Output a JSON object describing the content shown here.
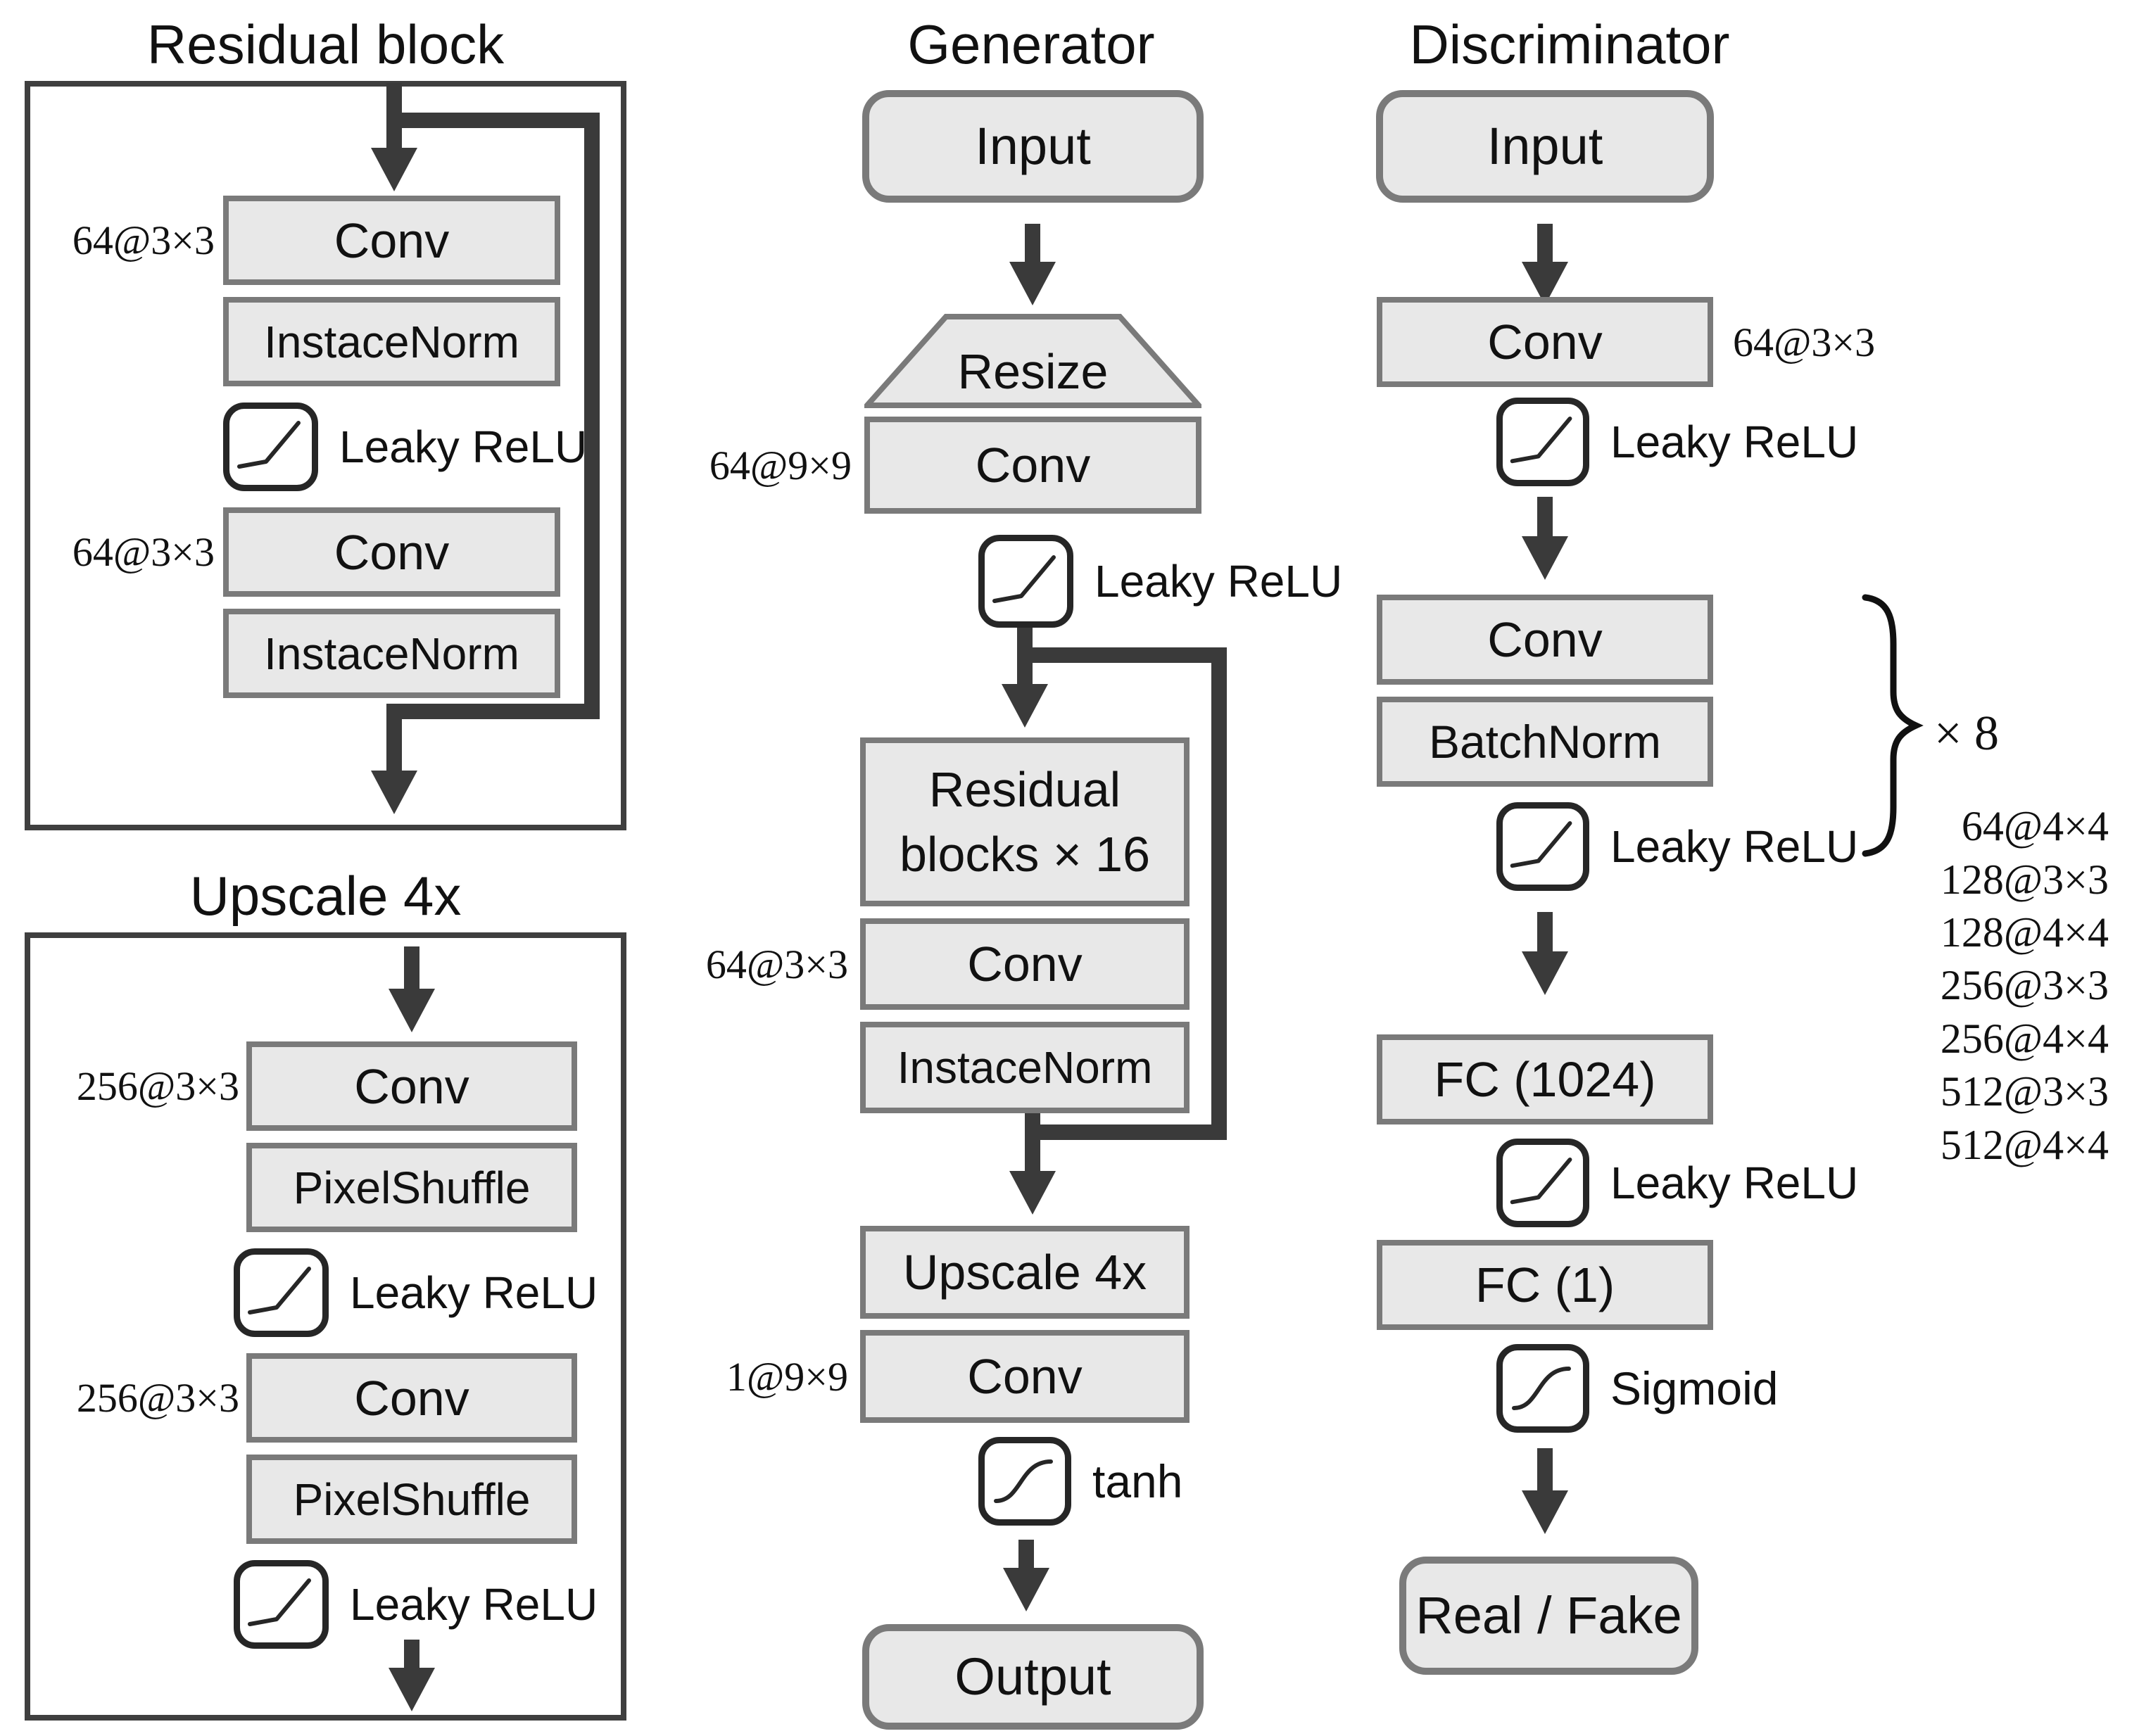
{
  "colors": {
    "box_fill": "#e8e8e8",
    "box_border": "#7a7a7a",
    "frame_border": "#3f3f3f",
    "arrow": "#3a3a3a",
    "icon_border": "#262626",
    "text": "#111111"
  },
  "residual_block": {
    "title": "Residual block",
    "conv1": "Conv",
    "norm1": "InstaceNorm",
    "relu1": "Leaky ReLU",
    "conv2": "Conv",
    "norm2": "InstaceNorm",
    "conv1_spec": "64@3×3",
    "conv2_spec": "64@3×3"
  },
  "upscale_block": {
    "title": "Upscale 4x",
    "conv1": "Conv",
    "shuffle1": "PixelShuffle",
    "relu1": "Leaky ReLU",
    "conv2": "Conv",
    "shuffle2": "PixelShuffle",
    "relu2": "Leaky ReLU",
    "conv1_spec": "256@3×3",
    "conv2_spec": "256@3×3"
  },
  "generator": {
    "title": "Generator",
    "input": "Input",
    "resize": "Resize",
    "conv1": "Conv",
    "conv1_spec": "64@9×9",
    "relu1": "Leaky ReLU",
    "residual_blocks_line1": "Residual",
    "residual_blocks_line2": "blocks × 16",
    "conv2": "Conv",
    "conv2_spec": "64@3×3",
    "norm": "InstaceNorm",
    "upscale": "Upscale 4x",
    "conv3": "Conv",
    "conv3_spec": "1@9×9",
    "tanh": "tanh",
    "output": "Output"
  },
  "discriminator": {
    "title": "Discriminator",
    "input": "Input",
    "conv1": "Conv",
    "conv1_spec": "64@3×3",
    "relu1": "Leaky ReLU",
    "conv2": "Conv",
    "batchnorm": "BatchNorm",
    "relu2": "Leaky ReLU",
    "repeat": "× 8",
    "specs": [
      "64@4×4",
      "128@3×3",
      "128@4×4",
      "256@3×3",
      "256@4×4",
      "512@3×3",
      "512@4×4"
    ],
    "fc1": "FC (1024)",
    "relu3": "Leaky ReLU",
    "fc2": "FC (1)",
    "sigmoid": "Sigmoid",
    "output": "Real / Fake"
  }
}
